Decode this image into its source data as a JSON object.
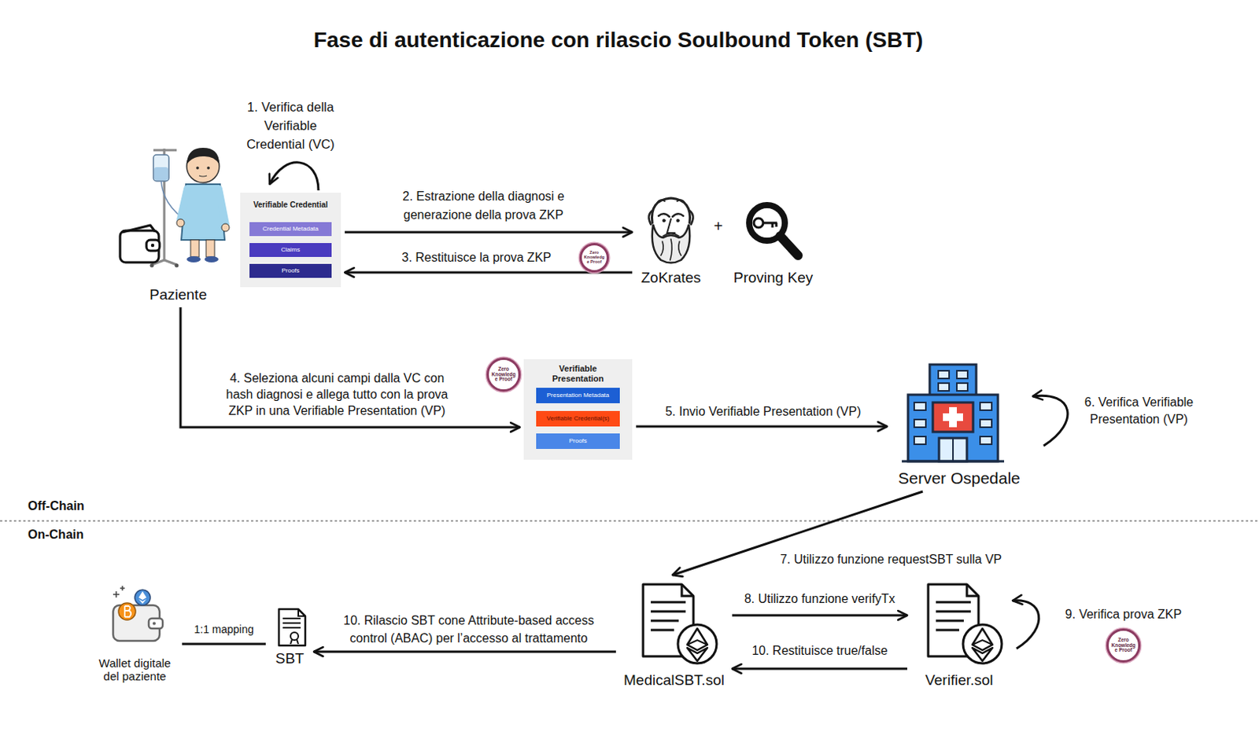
{
  "diagram": {
    "title": "Fase di autenticazione con rilascio Soulbound Token (SBT)",
    "nodes": [
      {
        "text": [
          "Paziente"
        ]
      },
      {
        "text": [
          "Verifiable Credential"
        ]
      },
      {
        "text": [
          "Credential Metadata"
        ],
        "in": 1
      },
      {
        "text": [
          "Claims"
        ],
        "in": 1
      },
      {
        "text": [
          "Proofs"
        ],
        "in": 1
      },
      {
        "text": [
          "Zero Knowledge Proof"
        ]
      },
      {
        "text": [
          "ZoKrates"
        ]
      },
      {
        "text": [
          "Proving Key"
        ]
      },
      {
        "text": [
          "Zero Knowledge Proof"
        ]
      },
      {
        "text": [
          "Verifiable Presentation"
        ]
      },
      {
        "text": [
          "Presentation Metadata"
        ],
        "in": 9
      },
      {
        "text": [
          "Verifiable Credential(s)"
        ],
        "in": 9
      },
      {
        "text": [
          "Proofs"
        ],
        "in": 9
      },
      {
        "text": [
          "Server Ospedale"
        ]
      },
      {
        "text": [
          "Wallet digitale del paziente"
        ]
      },
      {
        "text": [
          "SBT"
        ]
      },
      {
        "text": [
          "MedicalSBT.sol"
        ]
      },
      {
        "text": [
          "Verifier.sol"
        ]
      },
      {
        "text": [
          "Zero Knowledge Proof"
        ]
      }
    ],
    "edges": [
      {
        "from": 1,
        "to": 6,
        "arrow": "to",
        "label": "2. Estrazione della diagnosi e generazione della prova ZKP"
      },
      {
        "from": 6,
        "to": 1,
        "arrow": "to",
        "label": "3. Restituisce la prova ZKP"
      },
      {
        "from": 0,
        "to": 9,
        "arrow": "to",
        "label": "4. Seleziona alcuni campi dalla VC con hash diagnosi e allega tutto con la prova ZKP in una Verifiable Presentation (VP)"
      },
      {
        "from": 9,
        "to": 13,
        "arrow": "to",
        "label": "5. Invio Verifiable Presentation (VP)"
      },
      {
        "from": 13,
        "to": 16,
        "arrow": "to",
        "label": "7. Utilizzo funzione requestSBT sulla VP"
      },
      {
        "from": 16,
        "to": 17,
        "arrow": "to",
        "label": "8. Utilizzo funzione verifyTx"
      },
      {
        "from": 17,
        "to": 16,
        "arrow": "to",
        "label": "10. Restituisce true/false"
      },
      {
        "from": 16,
        "to": 15,
        "arrow": "to",
        "label": "10. Rilascio SBT cone Attribute-based access control (ABAC) per l’accesso al trattamento"
      },
      {
        "from": 14,
        "to": 15,
        "arrow": "none",
        "label": "1:1 mapping"
      }
    ],
    "labels": [
      "1. Verifica della Verifiable Credential (VC)",
      "+",
      "6. Verifica Verifiable Presentation (VP)",
      "Off-Chain",
      "On-Chain",
      "9. Verifica prova ZKP"
    ]
  }
}
